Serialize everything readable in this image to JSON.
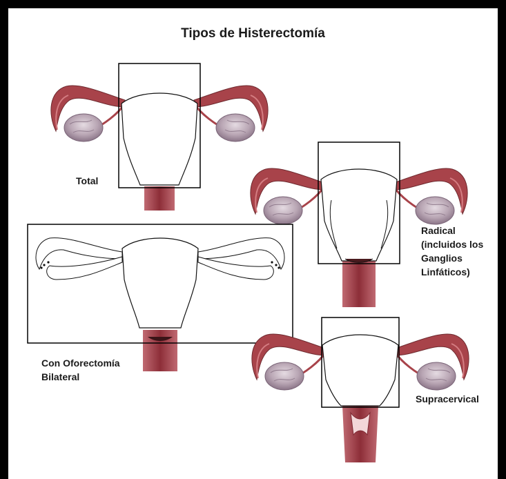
{
  "title": "Tipos de Histerectomía",
  "panels": {
    "total": {
      "label": "Total"
    },
    "radical": {
      "label_lines": [
        "Radical",
        "(incluidos los",
        "Ganglios",
        "Linfáticos)"
      ]
    },
    "bilateral": {
      "label_lines": [
        "Con Oforectomía",
        "Bilateral"
      ]
    },
    "supracervical": {
      "label": "Supracervical"
    }
  },
  "colors": {
    "tube": "#a8434a",
    "tube_light": "#d47d82",
    "ovary": "#b7a3b1",
    "ovary_dark": "#8f7a8c",
    "cervix": "#a9444d",
    "cervix_dark": "#7e2a33",
    "outline": "#111111",
    "box": "#000000"
  }
}
